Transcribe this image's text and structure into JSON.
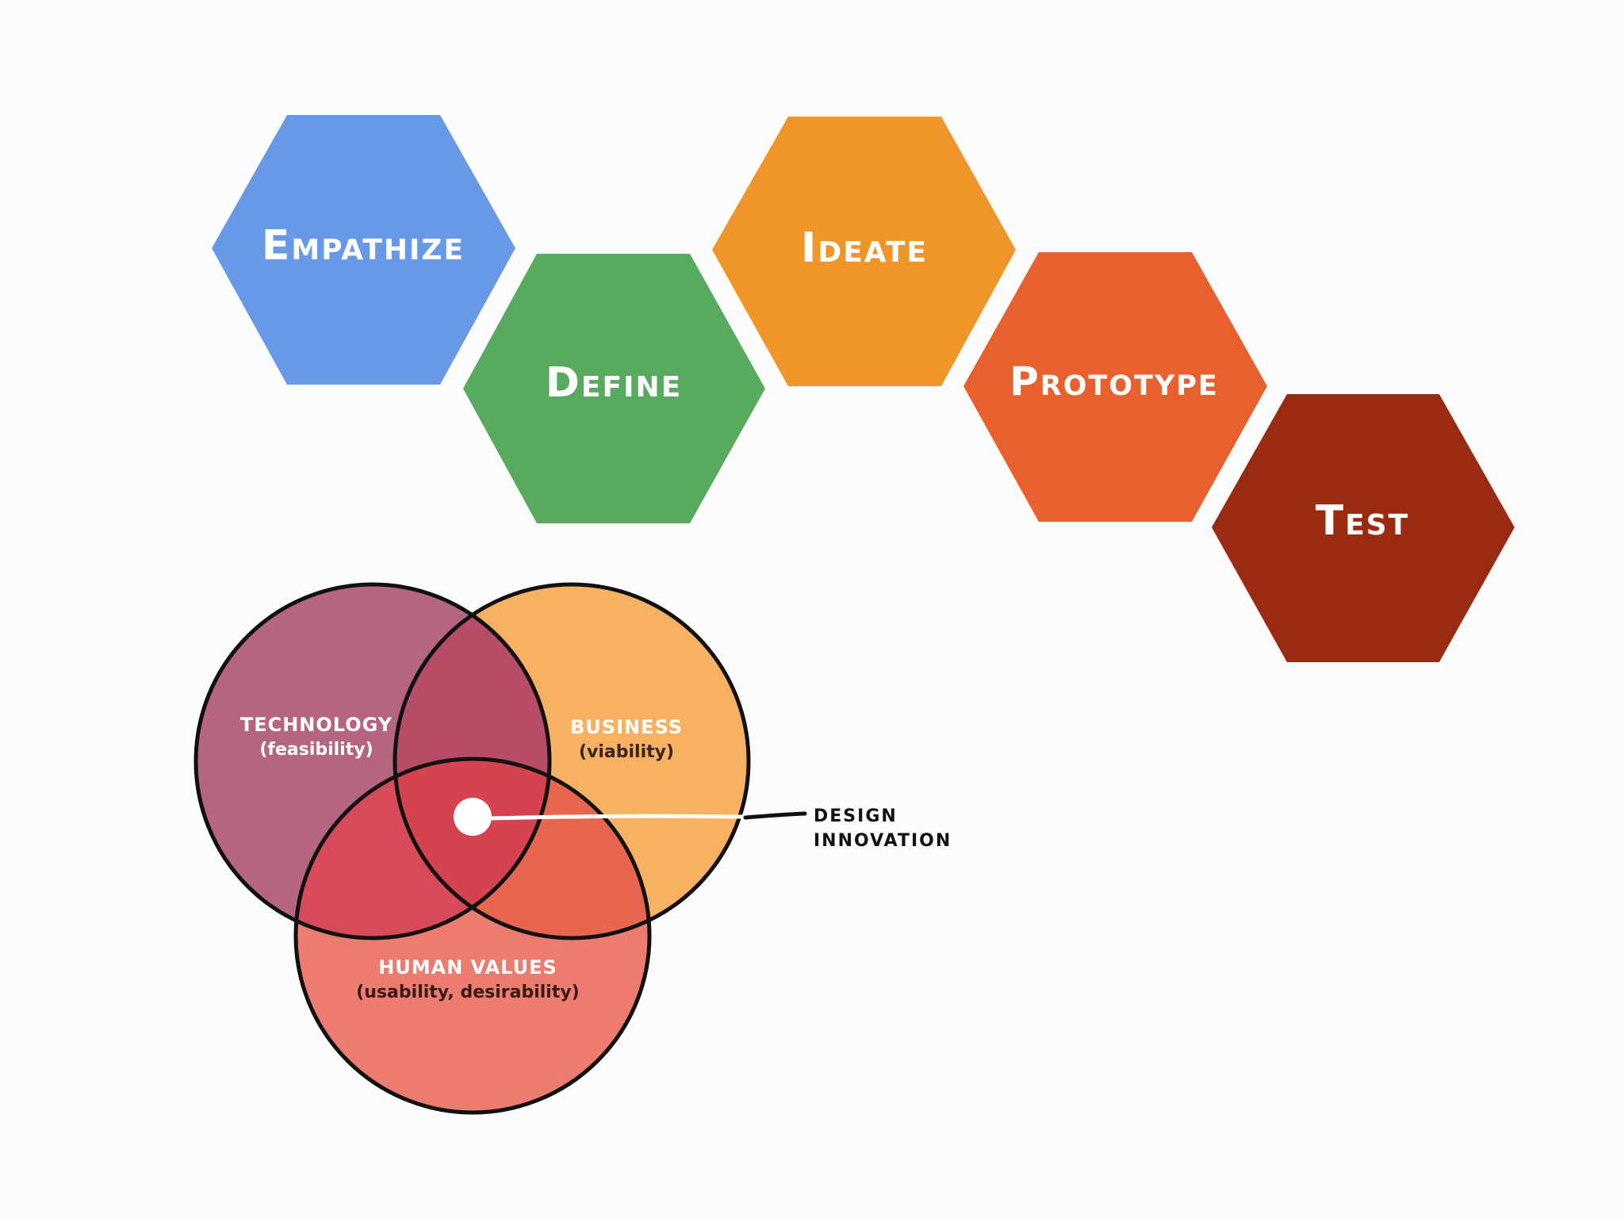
{
  "process_steps": [
    {
      "label": "Empathize",
      "color": "#6899e6"
    },
    {
      "label": "Define",
      "color": "#57aa5e"
    },
    {
      "label": "Ideate",
      "color": "#ef9529"
    },
    {
      "label": "Prototype",
      "color": "#e8602e"
    },
    {
      "label": "Test",
      "color": "#9a2b12"
    }
  ],
  "venn": {
    "technology": {
      "title": "TECHNOLOGY",
      "subtitle": "(feasibility)",
      "color": "#b5657f"
    },
    "business": {
      "title": "BUSINESS",
      "subtitle": "(viability)",
      "color": "#f7b163"
    },
    "human_values": {
      "title": "HUMAN VALUES",
      "subtitle": "(usability, desirability)",
      "color": "#ec7b70"
    },
    "overlap_colors": {
      "tech_business": "#b64c66",
      "tech_human": "#d64a5a",
      "business_human": "#e8664f",
      "center": "#d4434f"
    }
  },
  "callout": {
    "line1": "DESIGN",
    "line2": "INNOVATION"
  }
}
